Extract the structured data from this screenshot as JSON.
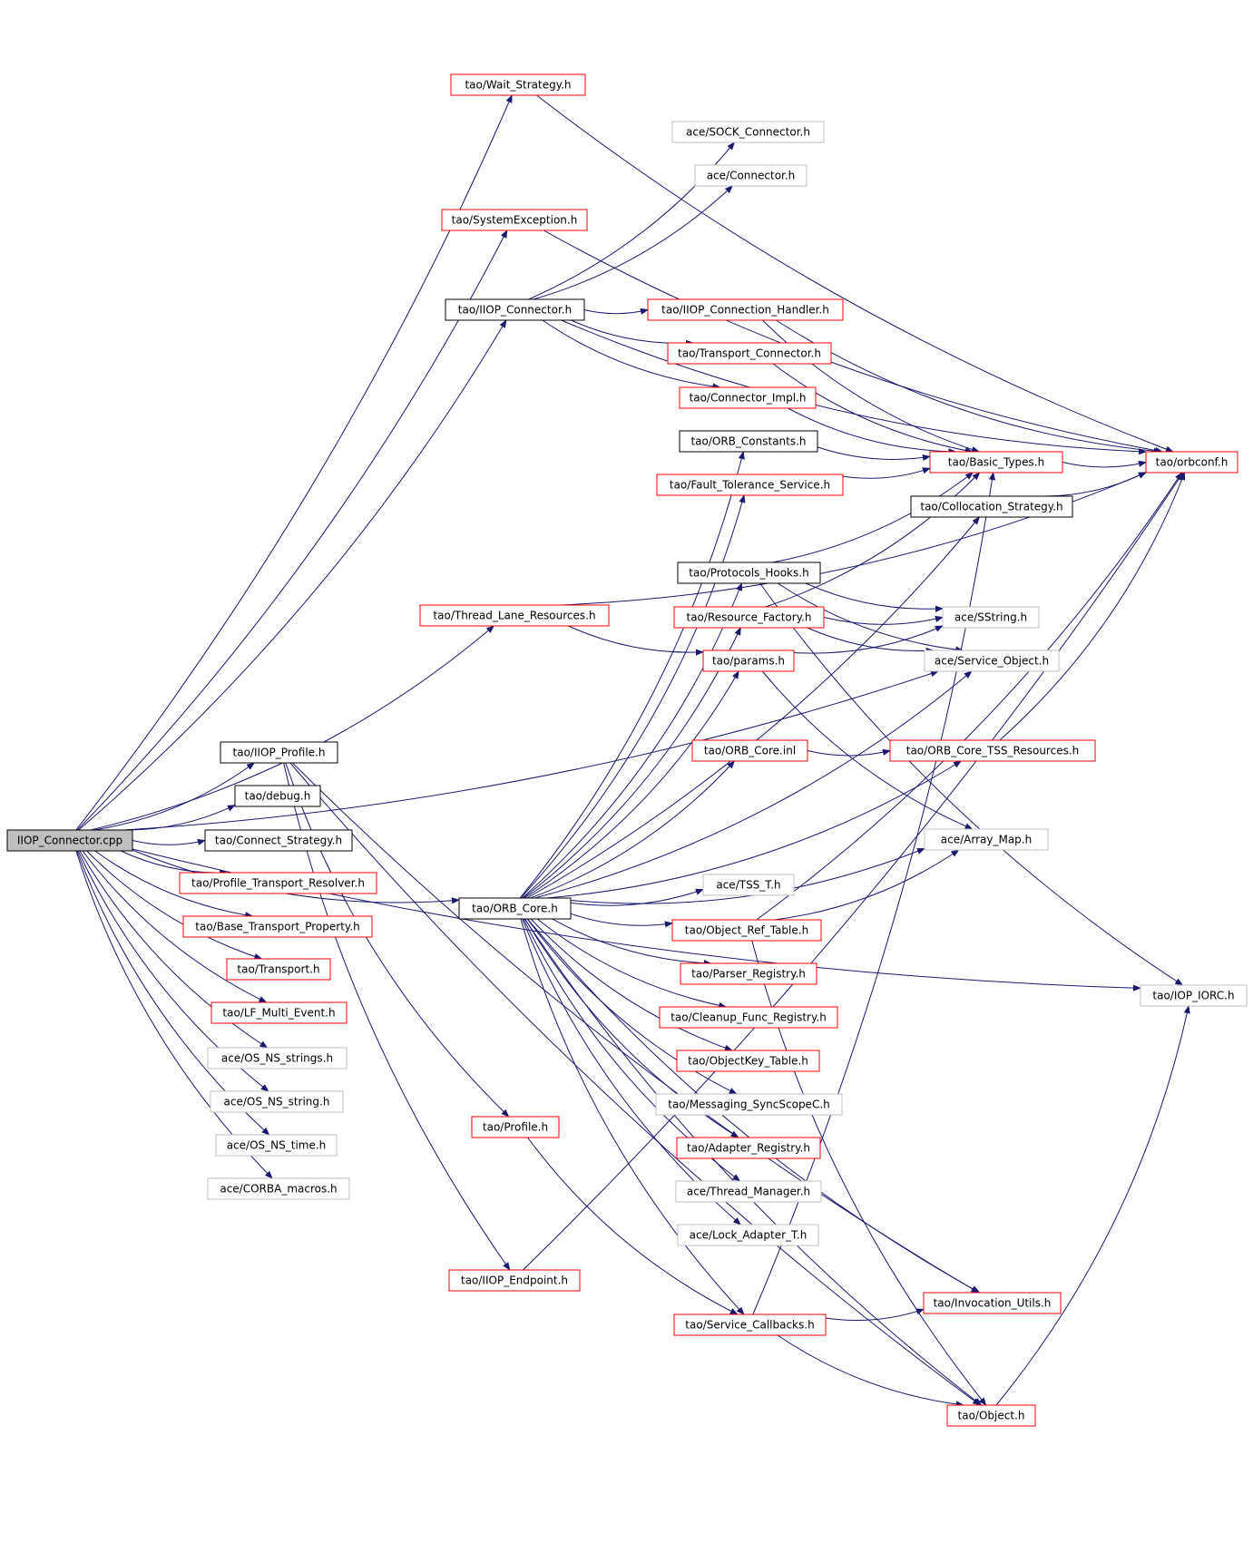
{
  "colors": {
    "edge": "#191970",
    "border_red": "#ff0000",
    "border_black": "#000000",
    "border_gray": "#bfbfbf",
    "root_fill": "#bfbfbf",
    "text": "#000000"
  },
  "nodes": [
    {
      "id": "root",
      "label": "IIOP_Connector.cpp",
      "style": "root"
    },
    {
      "id": "wait_strategy",
      "label": "tao/Wait_Strategy.h",
      "style": "red"
    },
    {
      "id": "sock_connector",
      "label": "ace/SOCK_Connector.h",
      "style": "gray"
    },
    {
      "id": "ace_connector",
      "label": "ace/Connector.h",
      "style": "gray"
    },
    {
      "id": "system_exception",
      "label": "tao/SystemException.h",
      "style": "red"
    },
    {
      "id": "iiop_connector_h",
      "label": "tao/IIOP_Connector.h",
      "style": "black"
    },
    {
      "id": "iiop_connection_handler",
      "label": "tao/IIOP_Connection_Handler.h",
      "style": "red"
    },
    {
      "id": "transport_connector",
      "label": "tao/Transport_Connector.h",
      "style": "red"
    },
    {
      "id": "connector_impl",
      "label": "tao/Connector_Impl.h",
      "style": "red"
    },
    {
      "id": "orb_constants",
      "label": "tao/ORB_Constants.h",
      "style": "black"
    },
    {
      "id": "basic_types",
      "label": "tao/Basic_Types.h",
      "style": "red"
    },
    {
      "id": "orbconf",
      "label": "tao/orbconf.h",
      "style": "red"
    },
    {
      "id": "fault_tolerance",
      "label": "tao/Fault_Tolerance_Service.h",
      "style": "red"
    },
    {
      "id": "collocation_strategy",
      "label": "tao/Collocation_Strategy.h",
      "style": "black"
    },
    {
      "id": "protocols_hooks",
      "label": "tao/Protocols_Hooks.h",
      "style": "black"
    },
    {
      "id": "thread_lane",
      "label": "tao/Thread_Lane_Resources.h",
      "style": "red"
    },
    {
      "id": "resource_factory",
      "label": "tao/Resource_Factory.h",
      "style": "red"
    },
    {
      "id": "sstring",
      "label": "ace/SString.h",
      "style": "gray"
    },
    {
      "id": "params",
      "label": "tao/params.h",
      "style": "red"
    },
    {
      "id": "service_object",
      "label": "ace/Service_Object.h",
      "style": "gray"
    },
    {
      "id": "iiop_profile",
      "label": "tao/IIOP_Profile.h",
      "style": "black"
    },
    {
      "id": "orb_core_inl",
      "label": "tao/ORB_Core.inl",
      "style": "red"
    },
    {
      "id": "orb_core_tss",
      "label": "tao/ORB_Core_TSS_Resources.h",
      "style": "red"
    },
    {
      "id": "debug",
      "label": "tao/debug.h",
      "style": "black"
    },
    {
      "id": "connect_strategy",
      "label": "tao/Connect_Strategy.h",
      "style": "black"
    },
    {
      "id": "array_map",
      "label": "ace/Array_Map.h",
      "style": "gray"
    },
    {
      "id": "profile_transport_resolver",
      "label": "tao/Profile_Transport_Resolver.h",
      "style": "red"
    },
    {
      "id": "tss_t",
      "label": "ace/TSS_T.h",
      "style": "gray"
    },
    {
      "id": "orb_core_h",
      "label": "tao/ORB_Core.h",
      "style": "black"
    },
    {
      "id": "base_transport_property",
      "label": "tao/Base_Transport_Property.h",
      "style": "red"
    },
    {
      "id": "object_ref_table",
      "label": "tao/Object_Ref_Table.h",
      "style": "red"
    },
    {
      "id": "transport",
      "label": "tao/Transport.h",
      "style": "red"
    },
    {
      "id": "parser_registry",
      "label": "tao/Parser_Registry.h",
      "style": "red"
    },
    {
      "id": "lf_multi_event",
      "label": "tao/LF_Multi_Event.h",
      "style": "red"
    },
    {
      "id": "cleanup_func_registry",
      "label": "tao/Cleanup_Func_Registry.h",
      "style": "red"
    },
    {
      "id": "iop_iorc",
      "label": "tao/IOP_IORC.h",
      "style": "gray"
    },
    {
      "id": "os_ns_strings",
      "label": "ace/OS_NS_strings.h",
      "style": "gray"
    },
    {
      "id": "objectkey_table",
      "label": "tao/ObjectKey_Table.h",
      "style": "red"
    },
    {
      "id": "os_ns_string",
      "label": "ace/OS_NS_string.h",
      "style": "gray"
    },
    {
      "id": "messaging_syncscope",
      "label": "tao/Messaging_SyncScopeC.h",
      "style": "gray"
    },
    {
      "id": "profile_h",
      "label": "tao/Profile.h",
      "style": "red"
    },
    {
      "id": "os_ns_time",
      "label": "ace/OS_NS_time.h",
      "style": "gray"
    },
    {
      "id": "adapter_registry",
      "label": "tao/Adapter_Registry.h",
      "style": "red"
    },
    {
      "id": "corba_macros",
      "label": "ace/CORBA_macros.h",
      "style": "gray"
    },
    {
      "id": "thread_manager",
      "label": "ace/Thread_Manager.h",
      "style": "gray"
    },
    {
      "id": "lock_adapter",
      "label": "ace/Lock_Adapter_T.h",
      "style": "gray"
    },
    {
      "id": "iiop_endpoint",
      "label": "tao/IIOP_Endpoint.h",
      "style": "red"
    },
    {
      "id": "invocation_utils",
      "label": "tao/Invocation_Utils.h",
      "style": "red"
    },
    {
      "id": "service_callbacks",
      "label": "tao/Service_Callbacks.h",
      "style": "red"
    },
    {
      "id": "object_h",
      "label": "tao/Object.h",
      "style": "red"
    }
  ],
  "edges": [
    [
      "root",
      "wait_strategy"
    ],
    [
      "root",
      "system_exception"
    ],
    [
      "root",
      "iiop_connector_h"
    ],
    [
      "root",
      "thread_lane"
    ],
    [
      "root",
      "iiop_profile"
    ],
    [
      "root",
      "debug"
    ],
    [
      "root",
      "connect_strategy"
    ],
    [
      "root",
      "profile_transport_resolver"
    ],
    [
      "root",
      "base_transport_property"
    ],
    [
      "root",
      "transport"
    ],
    [
      "root",
      "lf_multi_event"
    ],
    [
      "root",
      "os_ns_strings"
    ],
    [
      "root",
      "os_ns_string"
    ],
    [
      "root",
      "os_ns_time"
    ],
    [
      "root",
      "corba_macros"
    ],
    [
      "root",
      "orb_core_h"
    ],
    [
      "root",
      "service_object"
    ],
    [
      "root",
      "iop_iorc"
    ],
    [
      "wait_strategy",
      "orbconf"
    ],
    [
      "system_exception",
      "orbconf"
    ],
    [
      "iiop_connector_h",
      "sock_connector"
    ],
    [
      "iiop_connector_h",
      "ace_connector"
    ],
    [
      "iiop_connector_h",
      "orbconf"
    ],
    [
      "iiop_connector_h",
      "iiop_connection_handler"
    ],
    [
      "iiop_connector_h",
      "transport_connector"
    ],
    [
      "iiop_connector_h",
      "connector_impl"
    ],
    [
      "iiop_connection_handler",
      "orbconf"
    ],
    [
      "iiop_connection_handler",
      "basic_types"
    ],
    [
      "transport_connector",
      "basic_types"
    ],
    [
      "connector_impl",
      "basic_types"
    ],
    [
      "orb_constants",
      "basic_types"
    ],
    [
      "fault_tolerance",
      "basic_types"
    ],
    [
      "basic_types",
      "orbconf"
    ],
    [
      "collocation_strategy",
      "orbconf"
    ],
    [
      "protocols_hooks",
      "basic_types"
    ],
    [
      "protocols_hooks",
      "sstring"
    ],
    [
      "protocols_hooks",
      "service_object"
    ],
    [
      "protocols_hooks",
      "iop_iorc"
    ],
    [
      "thread_lane",
      "orbconf"
    ],
    [
      "thread_lane",
      "params"
    ],
    [
      "resource_factory",
      "sstring"
    ],
    [
      "resource_factory",
      "service_object"
    ],
    [
      "resource_factory",
      "basic_types"
    ],
    [
      "params",
      "sstring"
    ],
    [
      "params",
      "array_map"
    ],
    [
      "iiop_profile",
      "profile_h"
    ],
    [
      "iiop_profile",
      "iiop_endpoint"
    ],
    [
      "iiop_profile",
      "object_h"
    ],
    [
      "iiop_profile",
      "invocation_utils"
    ],
    [
      "orb_core_inl",
      "orb_core_tss"
    ],
    [
      "orb_core_tss",
      "orbconf"
    ],
    [
      "orb_core_h",
      "orb_constants"
    ],
    [
      "orb_core_h",
      "fault_tolerance"
    ],
    [
      "orb_core_h",
      "collocation_strategy"
    ],
    [
      "orb_core_h",
      "protocols_hooks"
    ],
    [
      "orb_core_h",
      "resource_factory"
    ],
    [
      "orb_core_h",
      "params"
    ],
    [
      "orb_core_h",
      "service_object"
    ],
    [
      "orb_core_h",
      "orb_core_inl"
    ],
    [
      "orb_core_h",
      "orb_core_tss"
    ],
    [
      "orb_core_h",
      "array_map"
    ],
    [
      "orb_core_h",
      "tss_t"
    ],
    [
      "orb_core_h",
      "object_ref_table"
    ],
    [
      "orb_core_h",
      "parser_registry"
    ],
    [
      "orb_core_h",
      "cleanup_func_registry"
    ],
    [
      "orb_core_h",
      "objectkey_table"
    ],
    [
      "orb_core_h",
      "messaging_syncscope"
    ],
    [
      "orb_core_h",
      "adapter_registry"
    ],
    [
      "orb_core_h",
      "thread_manager"
    ],
    [
      "orb_core_h",
      "lock_adapter"
    ],
    [
      "orb_core_h",
      "invocation_utils"
    ],
    [
      "orb_core_h",
      "service_callbacks"
    ],
    [
      "orb_core_h",
      "object_h"
    ],
    [
      "object_ref_table",
      "array_map"
    ],
    [
      "object_ref_table",
      "orbconf"
    ],
    [
      "object_ref_table",
      "object_h"
    ],
    [
      "profile_h",
      "service_callbacks"
    ],
    [
      "iiop_endpoint",
      "orbconf"
    ],
    [
      "service_callbacks",
      "invocation_utils"
    ],
    [
      "service_callbacks",
      "object_h"
    ],
    [
      "service_callbacks",
      "basic_types"
    ],
    [
      "object_h",
      "iop_iorc"
    ]
  ]
}
